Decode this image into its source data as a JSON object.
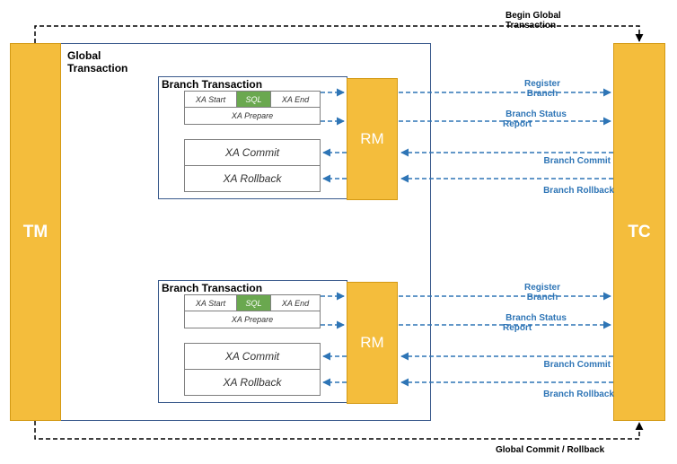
{
  "tm": {
    "label": "TM"
  },
  "tc": {
    "label": "TC"
  },
  "global": {
    "title_line1": "Global",
    "title_line2": "Transaction"
  },
  "top_flow": {
    "line1": "Begin Global",
    "line2": "Transaction"
  },
  "bottom_flow": {
    "label": "Global Commit / Rollback"
  },
  "branches": [
    {
      "title": "Branch Transaction",
      "xa_start": "XA Start",
      "sql": "SQL",
      "xa_end": "XA End",
      "xa_prepare": "XA Prepare",
      "xa_commit": "XA Commit",
      "xa_rollback": "XA Rollback",
      "rm": "RM",
      "register_1": "Register",
      "register_2": "Branch",
      "status_1": "Branch Status",
      "status_2": "Report",
      "commit": "Branch Commit",
      "rollback": "Branch Rollback"
    },
    {
      "title": "Branch Transaction",
      "xa_start": "XA Start",
      "sql": "SQL",
      "xa_end": "XA End",
      "xa_prepare": "XA Prepare",
      "xa_commit": "XA Commit",
      "xa_rollback": "XA Rollback",
      "rm": "RM",
      "register_1": "Register",
      "register_2": "Branch",
      "status_1": "Branch Status",
      "status_2": "Report",
      "commit": "Branch Commit",
      "rollback": "Branch Rollback"
    }
  ],
  "colors": {
    "bar": "#f4bd3c",
    "sql": "#6aa84f",
    "arrow": "#2e75b6",
    "box_border": "#3a5a8c"
  }
}
